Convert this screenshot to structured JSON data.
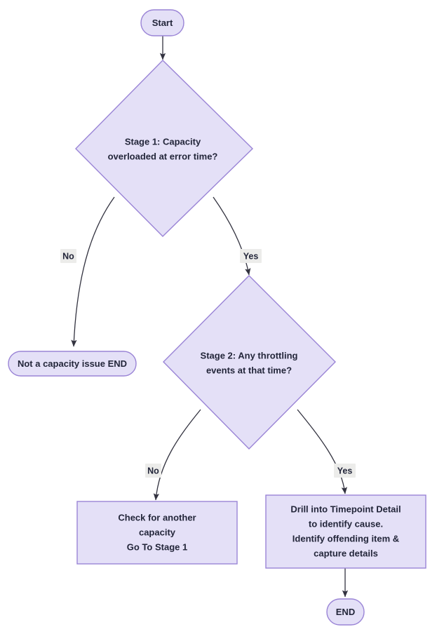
{
  "diagram": {
    "type": "flowchart",
    "direction": "top-down",
    "background_color": "#ffffff",
    "node_fill_color": "#e4e0f7",
    "node_stroke_color": "#9a84d6",
    "text_color": "#23263a",
    "edge_color": "#333340",
    "edge_label_bg_color": "#ececea",
    "nodes": [
      {
        "id": "start",
        "shape": "stadium",
        "label": "Start"
      },
      {
        "id": "stage1",
        "shape": "diamond",
        "label_lines": [
          "Stage 1: Capacity",
          "overloaded at error time?"
        ]
      },
      {
        "id": "not_capacity",
        "shape": "stadium",
        "label": "Not a capacity issue END"
      },
      {
        "id": "stage2",
        "shape": "diamond",
        "label_lines": [
          "Stage 2: Any throttling",
          "events at that time?"
        ]
      },
      {
        "id": "check_another",
        "shape": "rectangle",
        "label_lines": [
          "Check for another",
          "capacity",
          "Go To Stage 1"
        ]
      },
      {
        "id": "drill_in",
        "shape": "rectangle",
        "label_lines": [
          "Drill into Timepoint Detail",
          "to identify cause.",
          "Identify offending item &",
          "capture details"
        ]
      },
      {
        "id": "end",
        "shape": "stadium",
        "label": "END"
      }
    ],
    "edges": [
      {
        "id": "e1",
        "from": "start",
        "to": "stage1",
        "label": ""
      },
      {
        "id": "e2",
        "from": "stage1",
        "to": "not_capacity",
        "label": "No"
      },
      {
        "id": "e3",
        "from": "stage1",
        "to": "stage2",
        "label": "Yes"
      },
      {
        "id": "e4",
        "from": "stage2",
        "to": "check_another",
        "label": "No"
      },
      {
        "id": "e5",
        "from": "stage2",
        "to": "drill_in",
        "label": "Yes"
      },
      {
        "id": "e6",
        "from": "drill_in",
        "to": "end",
        "label": ""
      }
    ]
  }
}
